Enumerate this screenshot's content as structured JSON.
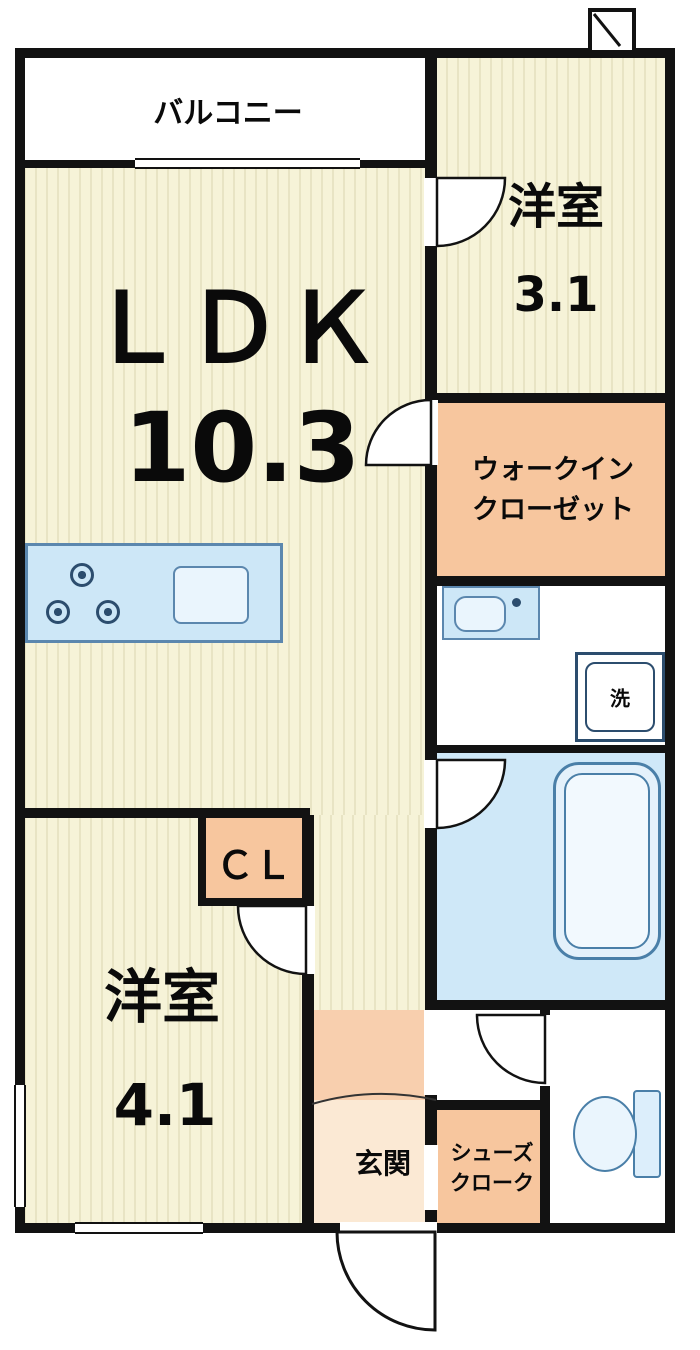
{
  "rooms": {
    "balcony": {
      "label": "バルコニー"
    },
    "bedroom_a": {
      "label": "洋室",
      "size": "3.1"
    },
    "ldk": {
      "label": "ＬＤＫ",
      "size": "10.3"
    },
    "walk_in_closet": {
      "line1": "ウォークイン",
      "line2": "クローゼット"
    },
    "closet": {
      "label": "ＣＬ"
    },
    "bedroom_b": {
      "label": "洋室",
      "size": "4.1"
    },
    "entrance": {
      "label": "玄関"
    },
    "shoe_closet": {
      "line1": "シューズ",
      "line2": "クローク"
    },
    "laundry": {
      "label": "洗"
    }
  },
  "colors": {
    "wall": "#121212",
    "tatami_room": "#f6f3d8",
    "tatami_stripe": "#e8e4c4",
    "closet_peach": "#f7c69e",
    "hall_peach": "#f8cfae",
    "genkan_cream": "#fbe9d4",
    "water_blue": "#cde7f7",
    "fixture_blue": "#4a7fa8",
    "fixture_navy": "#2c4d6e"
  }
}
